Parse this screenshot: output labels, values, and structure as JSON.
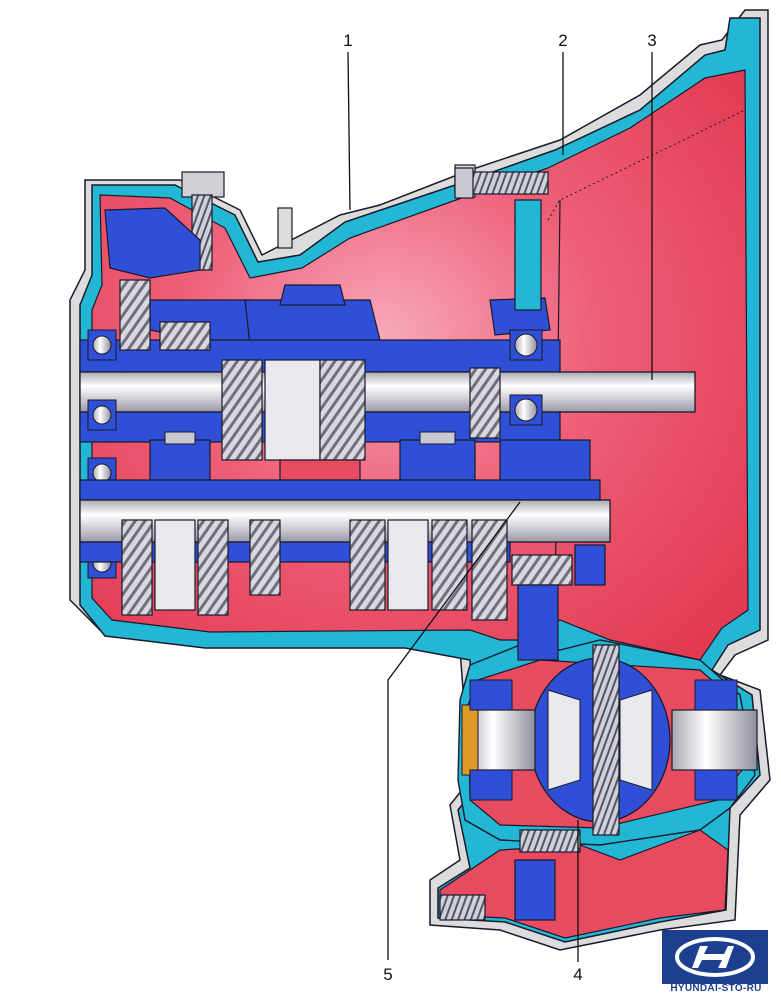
{
  "callouts": [
    {
      "id": "1",
      "label": "1"
    },
    {
      "id": "2",
      "label": "2"
    },
    {
      "id": "3",
      "label": "3"
    },
    {
      "id": "4",
      "label": "4"
    },
    {
      "id": "5",
      "label": "5"
    }
  ],
  "watermark": {
    "text": "HYUNDAI-STO-RU",
    "icon": "hyundai-logo-icon"
  },
  "colors": {
    "housing": "#23b7d6",
    "interior": "#e84a5f",
    "interior_light": "#f5a0b0",
    "parts": "#2f4fd6",
    "steel": "#c8c8d0",
    "outline": "#1a1a2a",
    "logo": "#1e3f8f"
  }
}
